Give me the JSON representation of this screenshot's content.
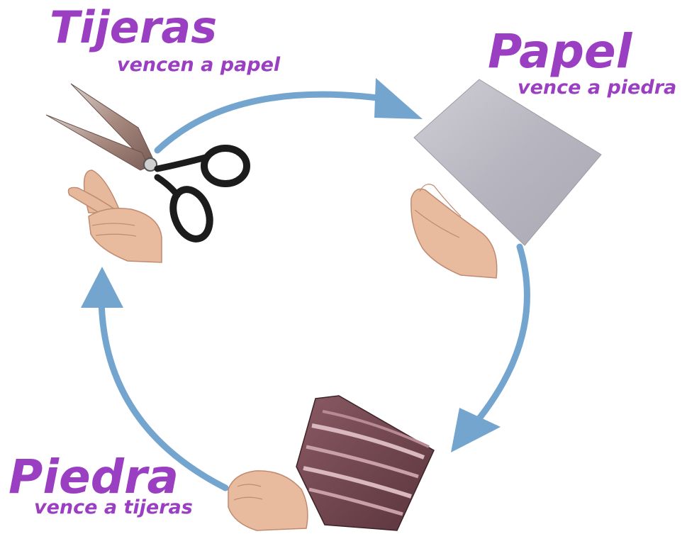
{
  "colors": {
    "text": "#9b3fc2",
    "arrow": "#74a5cf",
    "paper": "#b9b8c2",
    "rock": "#7a4a55",
    "skin": "#e8b99c",
    "scissors_handle": "#1c1c1c"
  },
  "nodes": {
    "tijeras": {
      "title": "Tijeras",
      "subtitle": "vencen a papel",
      "icon": "scissors-icon"
    },
    "papel": {
      "title": "Papel",
      "subtitle": "vence a piedra",
      "icon": "paper-icon"
    },
    "piedra": {
      "title": "Piedra",
      "subtitle": "vence a tijeras",
      "icon": "rock-icon"
    }
  },
  "edges": [
    {
      "from": "tijeras",
      "to": "papel"
    },
    {
      "from": "papel",
      "to": "piedra"
    },
    {
      "from": "piedra",
      "to": "tijeras"
    }
  ]
}
